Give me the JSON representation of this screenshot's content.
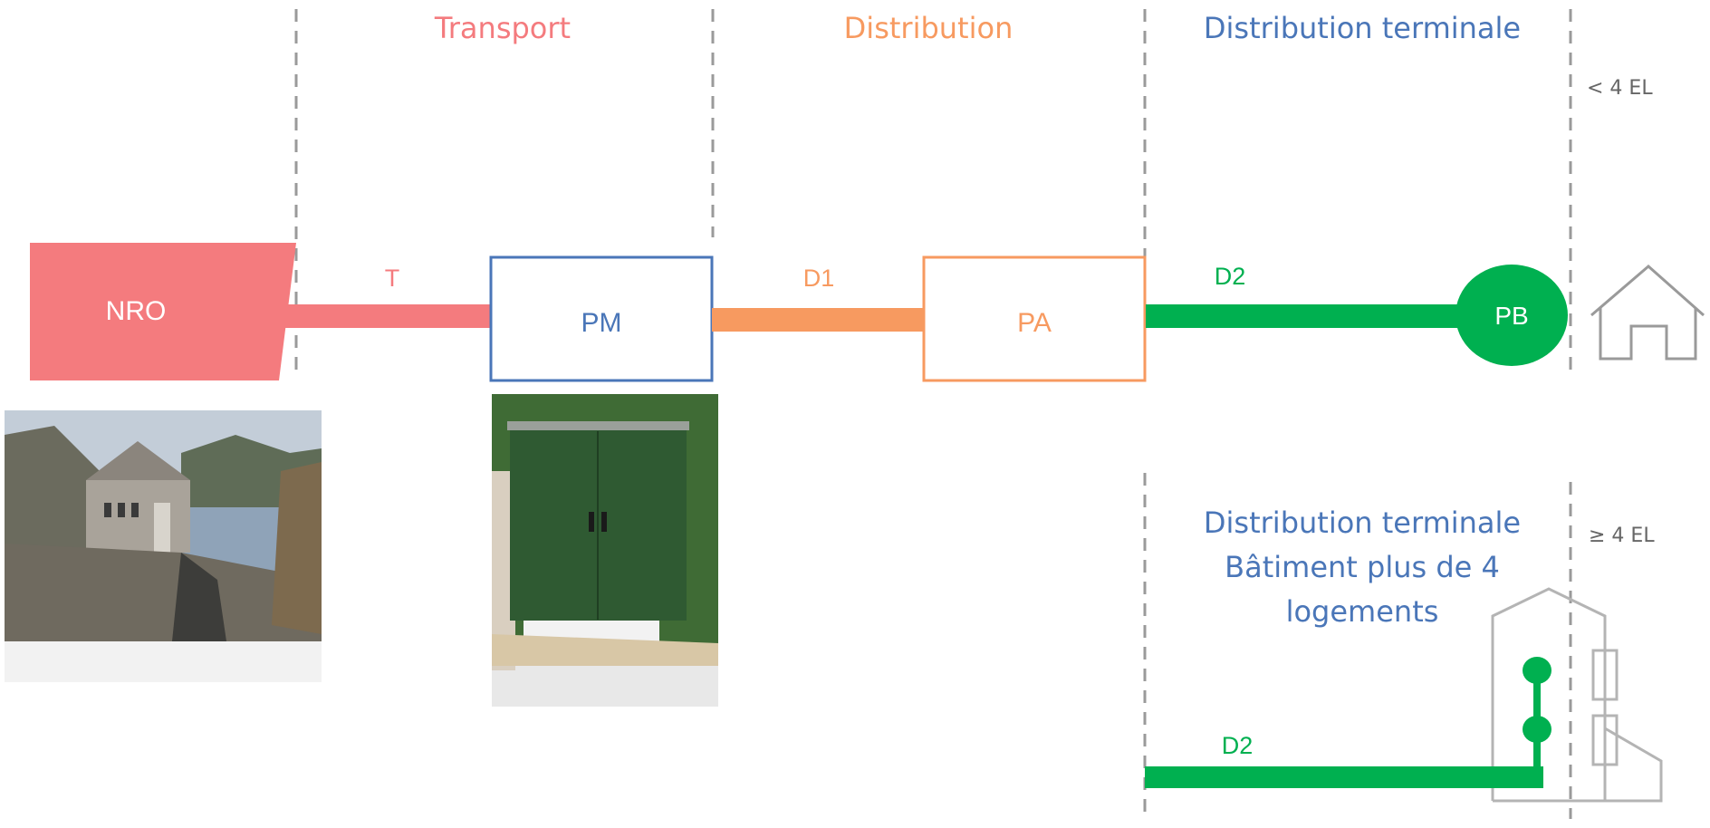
{
  "colors": {
    "transport": "#f47b7e",
    "distribution": "#f79a60",
    "terminal": "#4a76b8",
    "green": "#00b050",
    "divider": "#9a9a9a",
    "icon_gray": "#9a9a9a"
  },
  "headers": {
    "transport": "Transport",
    "distribution": "Distribution",
    "terminal": "Distribution terminale"
  },
  "labels": {
    "lt4": "< 4 EL",
    "ge4": "≥ 4 EL"
  },
  "nodes": {
    "nro": "NRO",
    "pm": "PM",
    "pa": "PA",
    "pb": "PB"
  },
  "segments": {
    "t": "T",
    "d1": "D1",
    "d2_top": "D2",
    "d2_bottom": "D2"
  },
  "building_block": {
    "line1": "Distribution terminale",
    "line2": "Bâtiment plus de 4",
    "line3": "logements"
  },
  "icons": [
    "house-icon",
    "building-icon"
  ],
  "photos": [
    "nro-building-photo",
    "pm-cabinet-photo"
  ]
}
